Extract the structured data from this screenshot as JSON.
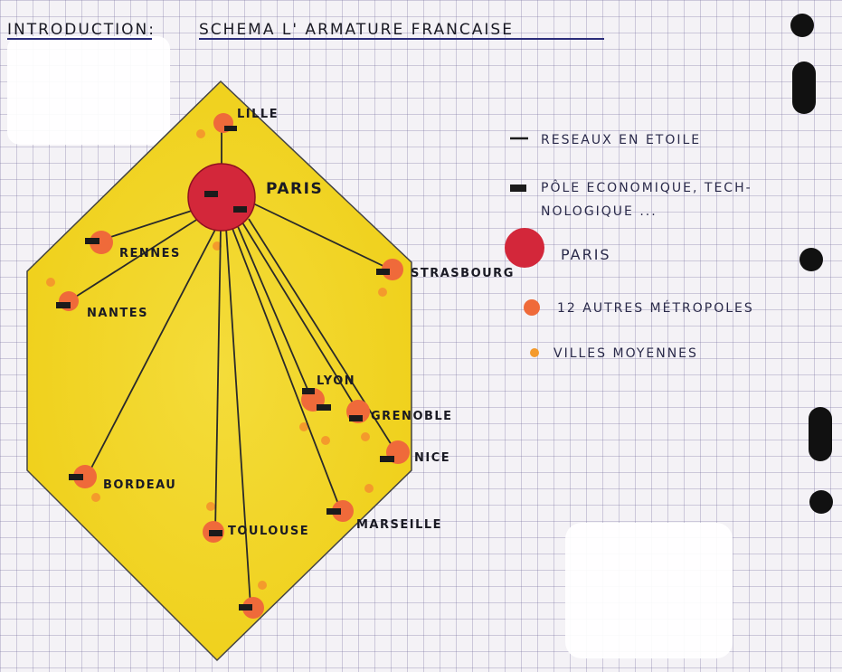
{
  "title": {
    "prefix": "INTRODUCTION:",
    "main": "SCHEMA L' ARMATURE FRANCAISE"
  },
  "cities": {
    "paris": "PARIS",
    "lille": "LILLE",
    "rennes": "RENNES",
    "nantes": "NANTES",
    "strasbourg": "STRASBOURG",
    "lyon": "LYON",
    "grenoble": "GRENOBLE",
    "nice": "NICE",
    "bordeaux": "BORDEAU",
    "toulouse": "TOULOUSE",
    "marseille": "MARSEILLE"
  },
  "legend": {
    "networks": "RESEAUX EN ETOILE",
    "poles_line1": "PÔLE ECONOMIQUE, TECH-",
    "poles_line2": "NOLOGIQUE ...",
    "paris": "PARIS",
    "metropoles": "12 AUTRES MÉTROPOLES",
    "villes": "VILLES MOYENNES"
  },
  "colors": {
    "territory": "#f1d21e",
    "paris": "#d3273a",
    "metropole": "#ef6a3a",
    "ville_moyenne": "#f49a2c",
    "pole": "#1b1b1b",
    "line": "#2a2a2a"
  }
}
